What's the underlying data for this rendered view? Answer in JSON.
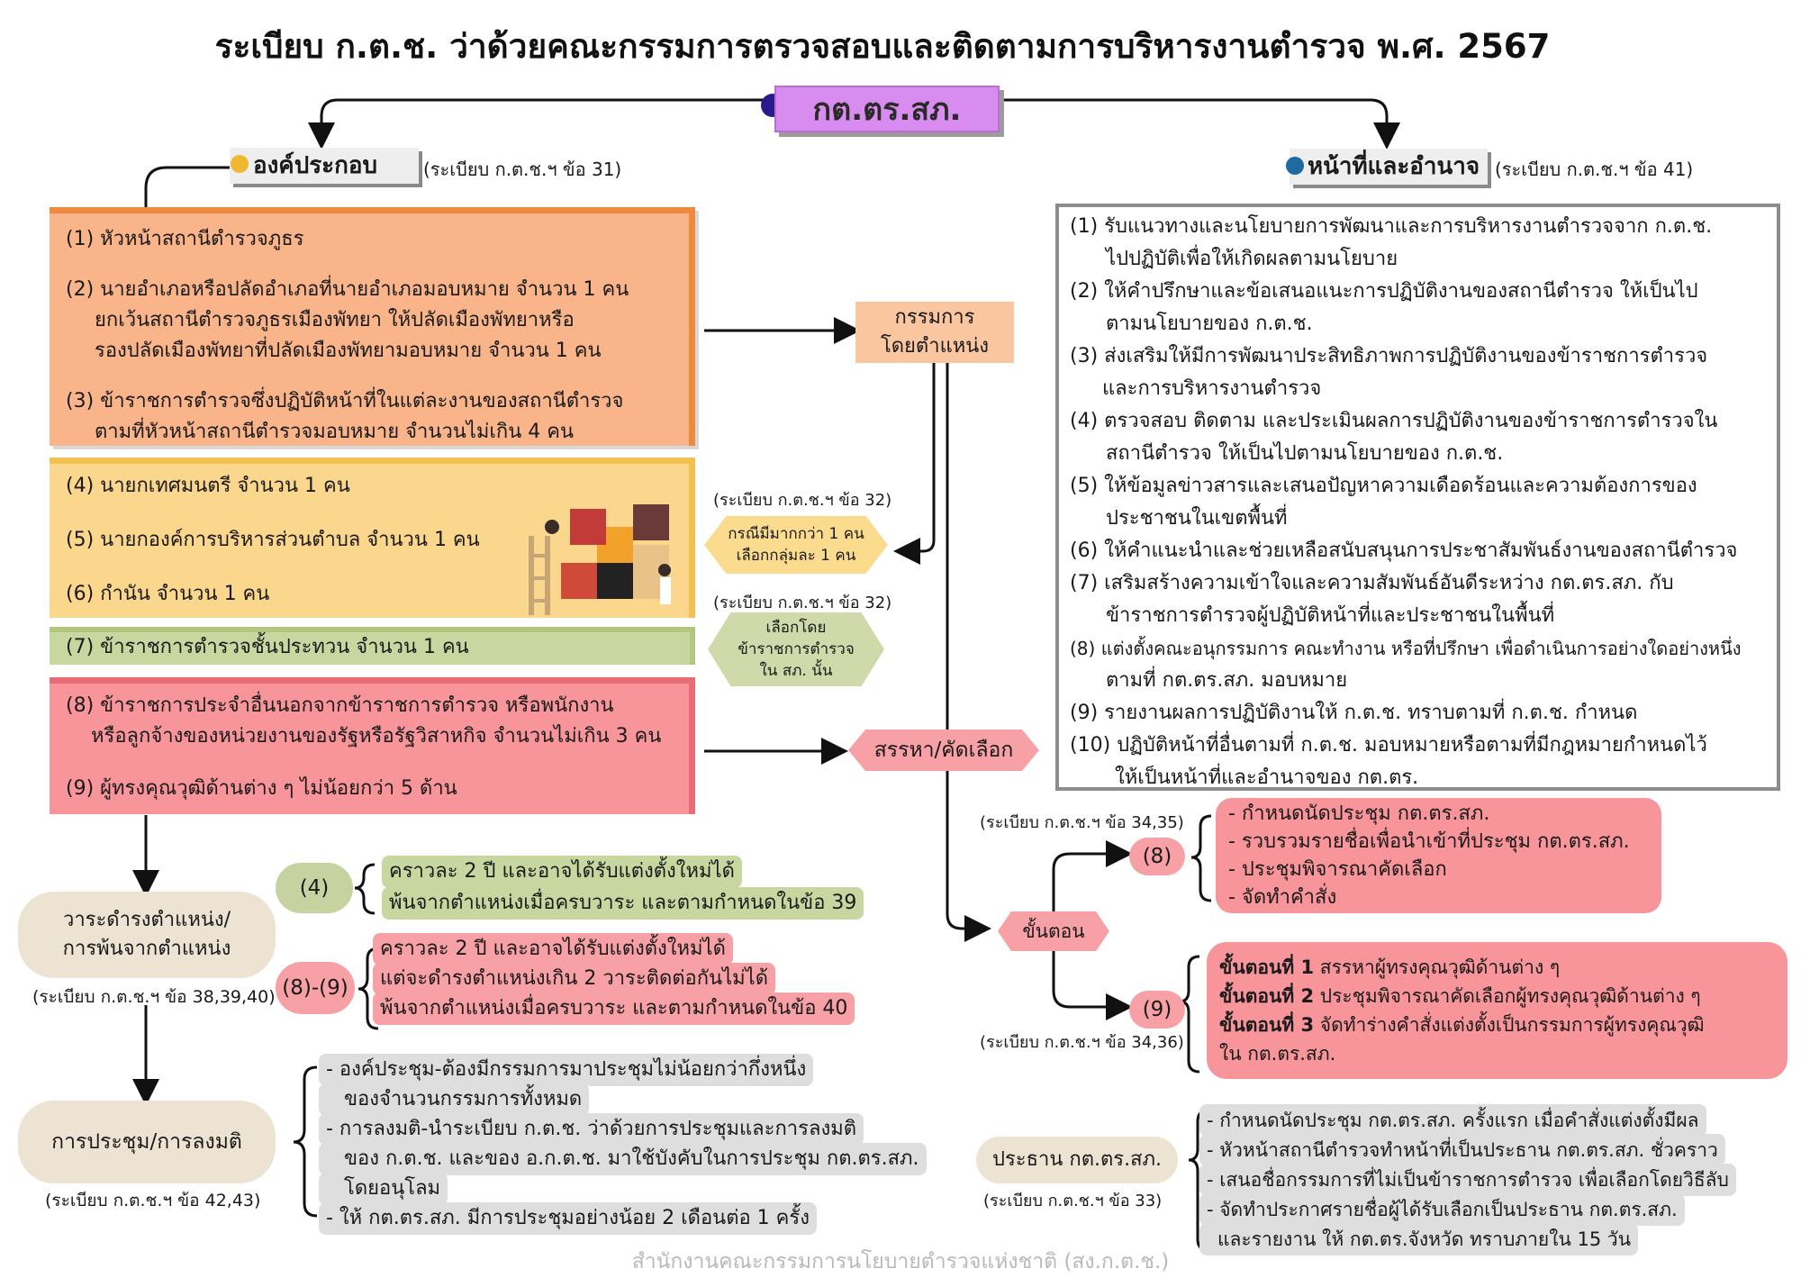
{
  "title": "ระเบียบ ก.ต.ช. ว่าด้วยคณะกรรมการตรวจสอบและติดตามการบริหารงานตำรวจ พ.ศ. 2567",
  "main_node": "กต.ตร.สภ.",
  "composition": {
    "header": "องค์ประกอบ",
    "ref": "(ระเบียบ ก.ต.ช.ฯ ข้อ 31)",
    "items_orange": [
      [
        "(1) หัวหน้าสถานีตำรวจภูธร"
      ],
      [
        "(2) นายอำเภอหรือปลัดอำเภอที่นายอำเภอมอบหมาย จำนวน 1 คน",
        "ยกเว้นสถานีตำรวจภูธรเมืองพัทยา ให้ปลัดเมืองพัทยาหรือ",
        "รองปลัดเมืองพัทยาที่ปลัดเมืองพัทยามอบหมาย จำนวน 1 คน"
      ],
      [
        "(3) ข้าราชการตำรวจซึ่งปฏิบัติหน้าที่ในแต่ละงานของสถานีตำรวจ",
        "ตามที่หัวหน้าสถานีตำรวจมอบหมาย จำนวนไม่เกิน 4 คน"
      ]
    ],
    "items_yellow": [
      "(4) นายกเทศมนตรี จำนวน 1 คน",
      "(5) นายกองค์การบริหารส่วนตำบล จำนวน 1 คน",
      "(6) กำนัน จำนวน 1 คน"
    ],
    "item_green": "(7) ข้าราชการตำรวจชั้นประทวน จำนวน 1 คน",
    "items_red": [
      [
        "(8) ข้าราชการประจำอื่นนอกจากข้าราชการตำรวจ หรือพนักงาน",
        "หรือลูกจ้างของหน่วยงานของรัฐหรือรัฐวิสาหกิจ จำนวนไม่เกิน 3 คน"
      ],
      [
        "(9) ผู้ทรงคุณวุฒิด้านต่าง ๆ ไม่น้อยกว่า 5 ด้าน"
      ]
    ]
  },
  "duties": {
    "header": "หน้าที่และอำนาจ",
    "ref": "(ระเบียบ ก.ต.ช.ฯ ข้อ 41)",
    "items": [
      [
        "(1) รับแนวทางและนโยบายการพัฒนาและการบริหารงานตำรวจจาก ก.ต.ช.",
        "ไปปฏิบัติเพื่อให้เกิดผลตามนโยบาย"
      ],
      [
        "(2) ให้คำปรึกษาและข้อเสนอแนะการปฏิบัติงานของสถานีตำรวจ ให้เป็นไป",
        "ตามนโยบายของ ก.ต.ช."
      ],
      [
        "(3) ส่งเสริมให้มีการพัฒนาประสิทธิภาพการปฏิบัติงานของข้าราชการตำรวจ",
        "และการบริหารงานตำรวจ"
      ],
      [
        "(4) ตรวจสอบ ติดตาม และประเมินผลการปฏิบัติงานของข้าราชการตำรวจใน",
        "สถานีตำรวจ ให้เป็นไปตามนโยบายของ ก.ต.ช."
      ],
      [
        "(5) ให้ข้อมูลข่าวสารและเสนอปัญหาความเดือดร้อนและความต้องการของ",
        "ประชาชนในเขตพื้นที่"
      ],
      [
        "(6) ให้คำแนะนำและช่วยเหลือสนับสนุนการประชาสัมพันธ์งานของสถานีตำรวจ"
      ],
      [
        "(7) เสริมสร้างความเข้าใจและความสัมพันธ์อันดีระหว่าง กต.ตร.สภ. กับ",
        "ข้าราชการตำรวจผู้ปฏิบัติหน้าที่และประชาชนในพื้นที่"
      ],
      [
        "(8) แต่งตั้งคณะอนุกรรมการ คณะทำงาน หรือที่ปรึกษา เพื่อดำเนินการอย่างใดอย่างหนึ่ง",
        "ตามที่ กต.ตร.สภ. มอบหมาย"
      ],
      [
        "(9) รายงานผลการปฏิบัติงานให้ ก.ต.ช. ทราบตามที่ ก.ต.ช. กำหนด"
      ],
      [
        "(10) ปฏิบัติหน้าที่อื่นตามที่ ก.ต.ช. มอบหมายหรือตามที่มีกฎหมายกำหนดไว้",
        "ให้เป็นหน้าที่และอำนาจของ กต.ตร."
      ]
    ]
  },
  "ex_officio": [
    "กรรมการ",
    "โดยตำแหน่ง"
  ],
  "hex_select_one": {
    "ref": "(ระเบียบ ก.ต.ช.ฯ ข้อ 32)",
    "lines": [
      "กรณีมีมากกว่า 1 คน",
      "เลือกกลุ่มละ 1 คน"
    ]
  },
  "hex_elect": {
    "ref": "(ระเบียบ ก.ต.ช.ฯ ข้อ 32)",
    "lines": [
      "เลือกโดย",
      "ข้าราชการตำรวจ",
      "ใน สภ. นั้น"
    ]
  },
  "recruit": "สรรหา/คัดเลือก",
  "procedure": "ขั้นตอน",
  "step8": {
    "ref": "(ระเบียบ ก.ต.ช.ฯ ข้อ 34,35)",
    "label": "(8)",
    "items": [
      "- กำหนดนัดประชุม กต.ตร.สภ.",
      "- รวบรวมรายชื่อเพื่อนำเข้าที่ประชุม กต.ตร.สภ.",
      "- ประชุมพิจารณาคัดเลือก",
      "- จัดทำคำสั่ง"
    ]
  },
  "step9": {
    "ref": "(ระเบียบ ก.ต.ช.ฯ ข้อ 34,36)",
    "label": "(9)",
    "s1_bold": "ขั้นตอนที่ 1",
    "s1": " สรรหาผู้ทรงคุณวุฒิด้านต่าง ๆ",
    "s2_bold": "ขั้นตอนที่ 2",
    "s2": " ประชุมพิจารณาคัดเลือกผู้ทรงคุณวุฒิด้านต่าง ๆ",
    "s3_bold": "ขั้นตอนที่ 3",
    "s3": " จัดทำร่างคำสั่งแต่งตั้งเป็นกรรมการผู้ทรงคุณวุฒิ",
    "s3b": "ใน กต.ตร.สภ."
  },
  "term": {
    "lines": [
      "วาระดำรงตำแหน่ง/",
      "การพ้นจากตำแหน่ง"
    ],
    "ref": "(ระเบียบ ก.ต.ช.ฯ ข้อ 38,39,40)",
    "g4_label": "(4)",
    "g4_lines": [
      "คราวละ 2 ปี และอาจได้รับแต่งตั้งใหม่ได้",
      "พ้นจากตำแหน่งเมื่อครบวาระ และตามกำหนดในข้อ 39"
    ],
    "g89_label": "(8)-(9)",
    "g89_lines": [
      "คราวละ 2 ปี และอาจได้รับแต่งตั้งใหม่ได้",
      "แต่จะดำรงตำแหน่งเกิน 2 วาระติดต่อกันไม่ได้",
      "พ้นจากตำแหน่งเมื่อครบวาระ และตามกำหนดในข้อ 40"
    ]
  },
  "meeting": {
    "label": "การประชุม/การลงมติ",
    "ref": "(ระเบียบ ก.ต.ช.ฯ ข้อ 42,43)",
    "items": [
      [
        "- องค์ประชุม-ต้องมีกรรมการมาประชุมไม่น้อยกว่ากึ่งหนึ่ง",
        "ของจำนวนกรรมการทั้งหมด"
      ],
      [
        "- การลงมติ-นำระเบียบ ก.ต.ช. ว่าด้วยการประชุมและการลงมติ",
        "ของ ก.ต.ช. และของ อ.ก.ต.ช. มาใช้บังคับในการประชุม กต.ตร.สภ.",
        "โดยอนุโลม"
      ],
      [
        "- ให้ กต.ตร.สภ. มีการประชุมอย่างน้อย 2 เดือนต่อ 1 ครั้ง"
      ]
    ]
  },
  "chair": {
    "label": "ประธาน กต.ตร.สภ.",
    "ref": "(ระเบียบ ก.ต.ช.ฯ ข้อ 33)",
    "items": [
      "- กำหนดนัดประชุม กต.ตร.สภ. ครั้งแรก เมื่อคำสั่งแต่งตั้งมีผล",
      "- หัวหน้าสถานีตำรวจทำหน้าที่เป็นประธาน กต.ตร.สภ. ชั่วคราว",
      "- เสนอชื่อกรรมการที่ไม่เป็นข้าราชการตำรวจ เพื่อเลือกโดยวิธีลับ",
      "- จัดทำประกาศรายชื่อผู้ได้รับเลือกเป็นประธาน กต.ตร.สภ.",
      "และรายงาน ให้ กต.ตร.จังหวัด ทราบภายใน 15 วัน"
    ]
  },
  "footer": "สำนักงานคณะกรรมการนโยบายตำรวจแห่งชาติ (สง.ก.ต.ช.)",
  "colors": {
    "main": "#d98cf0",
    "orange": "#f9b48a",
    "yellow": "#fbd68d",
    "green": "#c8d6a0",
    "red": "#f7959b",
    "beige": "#ece3d2"
  }
}
